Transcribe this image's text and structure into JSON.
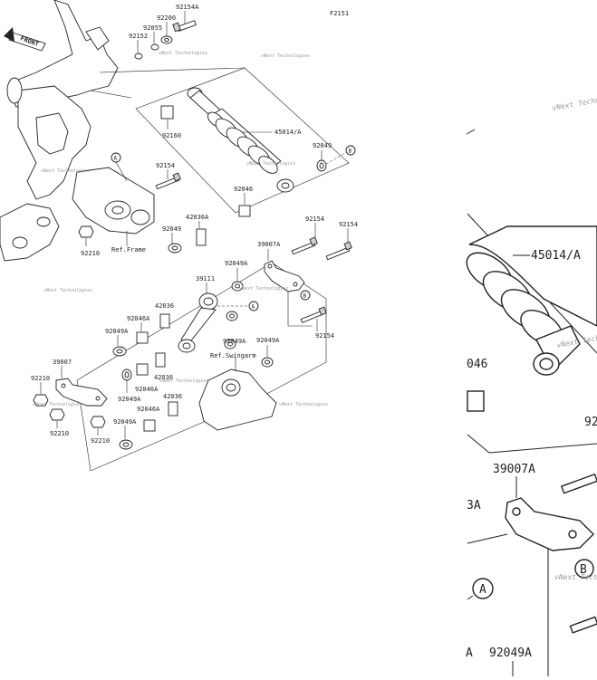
{
  "figure_code": "F2151",
  "front_label": "FRONT",
  "watermark": "vNext Technologies",
  "watermark_zoom": "vNext Techno",
  "ref_frame": "Ref.Frame",
  "ref_swingarm": "Ref.Swingarm",
  "callouts": {
    "a": "A",
    "b": "B"
  },
  "part_numbers": {
    "p92154A": "92154A",
    "p92200": "92200",
    "p92055": "92055",
    "p92152": "92152",
    "p92160": "92160",
    "p45014A": "45014/A",
    "p92049_top": "92049",
    "p92154_top": "92154",
    "p92046_top": "92046",
    "p42036A": "42036A",
    "p92049_mid": "92049",
    "p92210_top": "92210",
    "p92154_right": "92154",
    "p39007A": "39007A",
    "p92049A_1": "92049A",
    "p39111": "39111",
    "p42036_1": "42036",
    "p92046A_1": "92046A",
    "p92049A_2": "92049A",
    "p92049A_3": "92049A",
    "p92049A_4": "92049A",
    "p92154_low": "92154",
    "p39007": "39007",
    "p92210_a": "92210",
    "p42036_2": "42036",
    "p92046A_2": "92046A",
    "p92049A_5": "92049A",
    "p42036_3": "42036",
    "p92046A_3": "92046A",
    "p92049A_6": "92049A",
    "p92210_b": "92210",
    "p92210_c": "92210"
  },
  "zoom": {
    "p45014A": "45014/A",
    "p046": "046",
    "p92": "92",
    "p39007A": "39007A",
    "p3A": "3A",
    "pA": "A",
    "p92049A": "92049A"
  }
}
